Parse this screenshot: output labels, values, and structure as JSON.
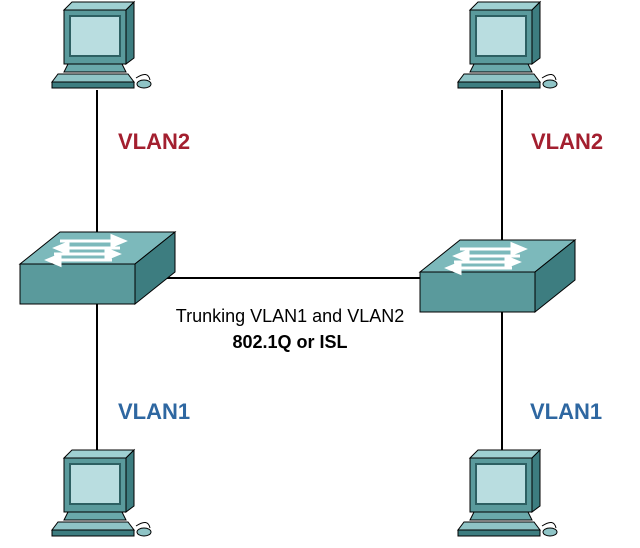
{
  "labels": {
    "top_left_vlan": "VLAN2",
    "top_right_vlan": "VLAN2",
    "bottom_left_vlan": "VLAN1",
    "bottom_right_vlan": "VLAN1",
    "trunk_line1": "Trunking VLAN1 and VLAN2",
    "trunk_line2": "802.1Q or ISL"
  },
  "colors": {
    "vlan2": "#a31f2f",
    "vlan1": "#2e67a1",
    "device_teal": "#5a9a9c",
    "link": "#000000"
  },
  "icons": {
    "pc": "desktop-computer-icon",
    "switch": "network-switch-icon"
  }
}
